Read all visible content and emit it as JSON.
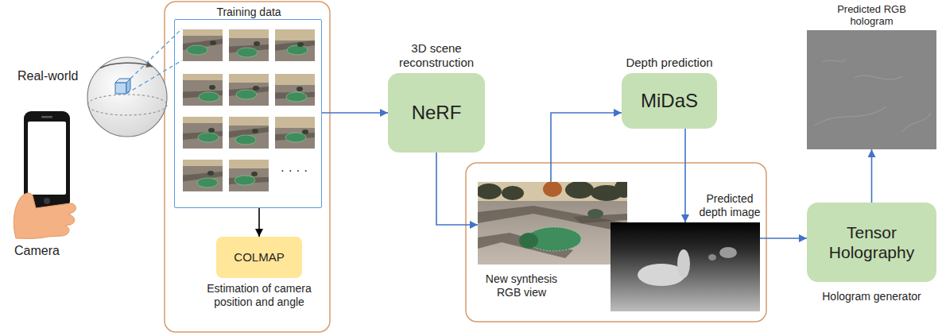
{
  "diagram": {
    "nodes": [
      {
        "text": [
          "Training data"
        ]
      },
      {
        "text": [
          "COLMAP",
          "Estimation of camera position and angle"
        ]
      },
      {
        "text": [
          "3D scene reconstruction",
          "NeRF"
        ]
      },
      {
        "text": [
          "Depth prediction",
          "MiDaS"
        ]
      },
      {
        "text": [
          "New synthesis RGB view"
        ]
      },
      {
        "text": [
          "Predicted depth image"
        ]
      },
      {
        "text": [
          "Tensor Holography",
          "Hologram generator"
        ]
      },
      {
        "text": [
          "Predicted RGB hologram"
        ]
      }
    ],
    "edges": [
      {
        "from": 0,
        "to": 1,
        "arrow": "to"
      },
      {
        "from": 0,
        "to": 2,
        "arrow": "to"
      },
      {
        "from": 2,
        "to": 4,
        "arrow": "to"
      },
      {
        "from": 4,
        "to": 3,
        "arrow": "to"
      },
      {
        "from": 3,
        "to": 5,
        "arrow": "to"
      },
      {
        "from": 5,
        "to": 6,
        "arrow": "to"
      },
      {
        "from": 6,
        "to": 7,
        "arrow": "to"
      }
    ],
    "labels": [
      "Real-world",
      "Camera",
      "· · · ·"
    ]
  }
}
